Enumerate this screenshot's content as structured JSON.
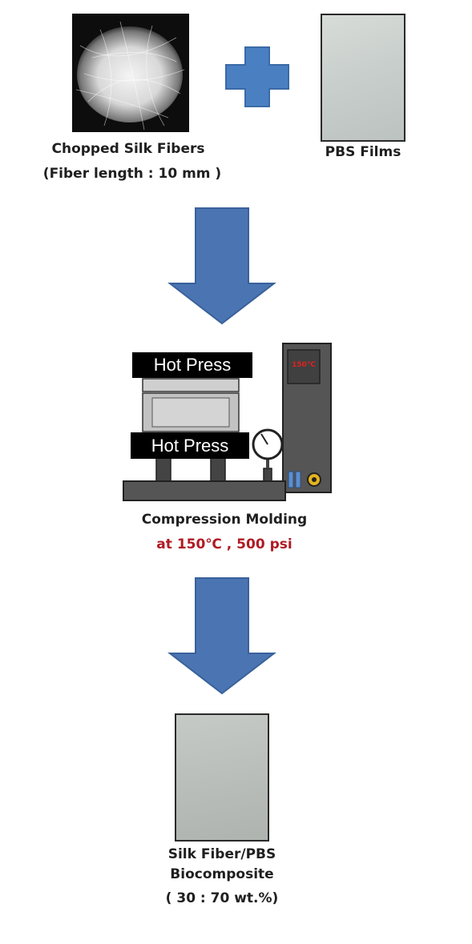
{
  "inputs": {
    "fiber_title": "Chopped Silk Fibers",
    "fiber_detail": "(Fiber length : 10 mm )",
    "film_title": "PBS Films"
  },
  "process": {
    "upper_plate": "Hot Press",
    "lower_plate": "Hot Press",
    "display_readout": "150℃",
    "title": "Compression Molding",
    "condition": "at 150℃ , 500 psi"
  },
  "output": {
    "line1": "Silk Fiber/PBS",
    "line2": "Biocomposite",
    "ratio": "( 30 : 70 wt.%)"
  },
  "colors": {
    "arrow": "#4a75b2",
    "plus": "#4a80c2",
    "machine": "#555555",
    "condition_text": "#b01b24"
  }
}
